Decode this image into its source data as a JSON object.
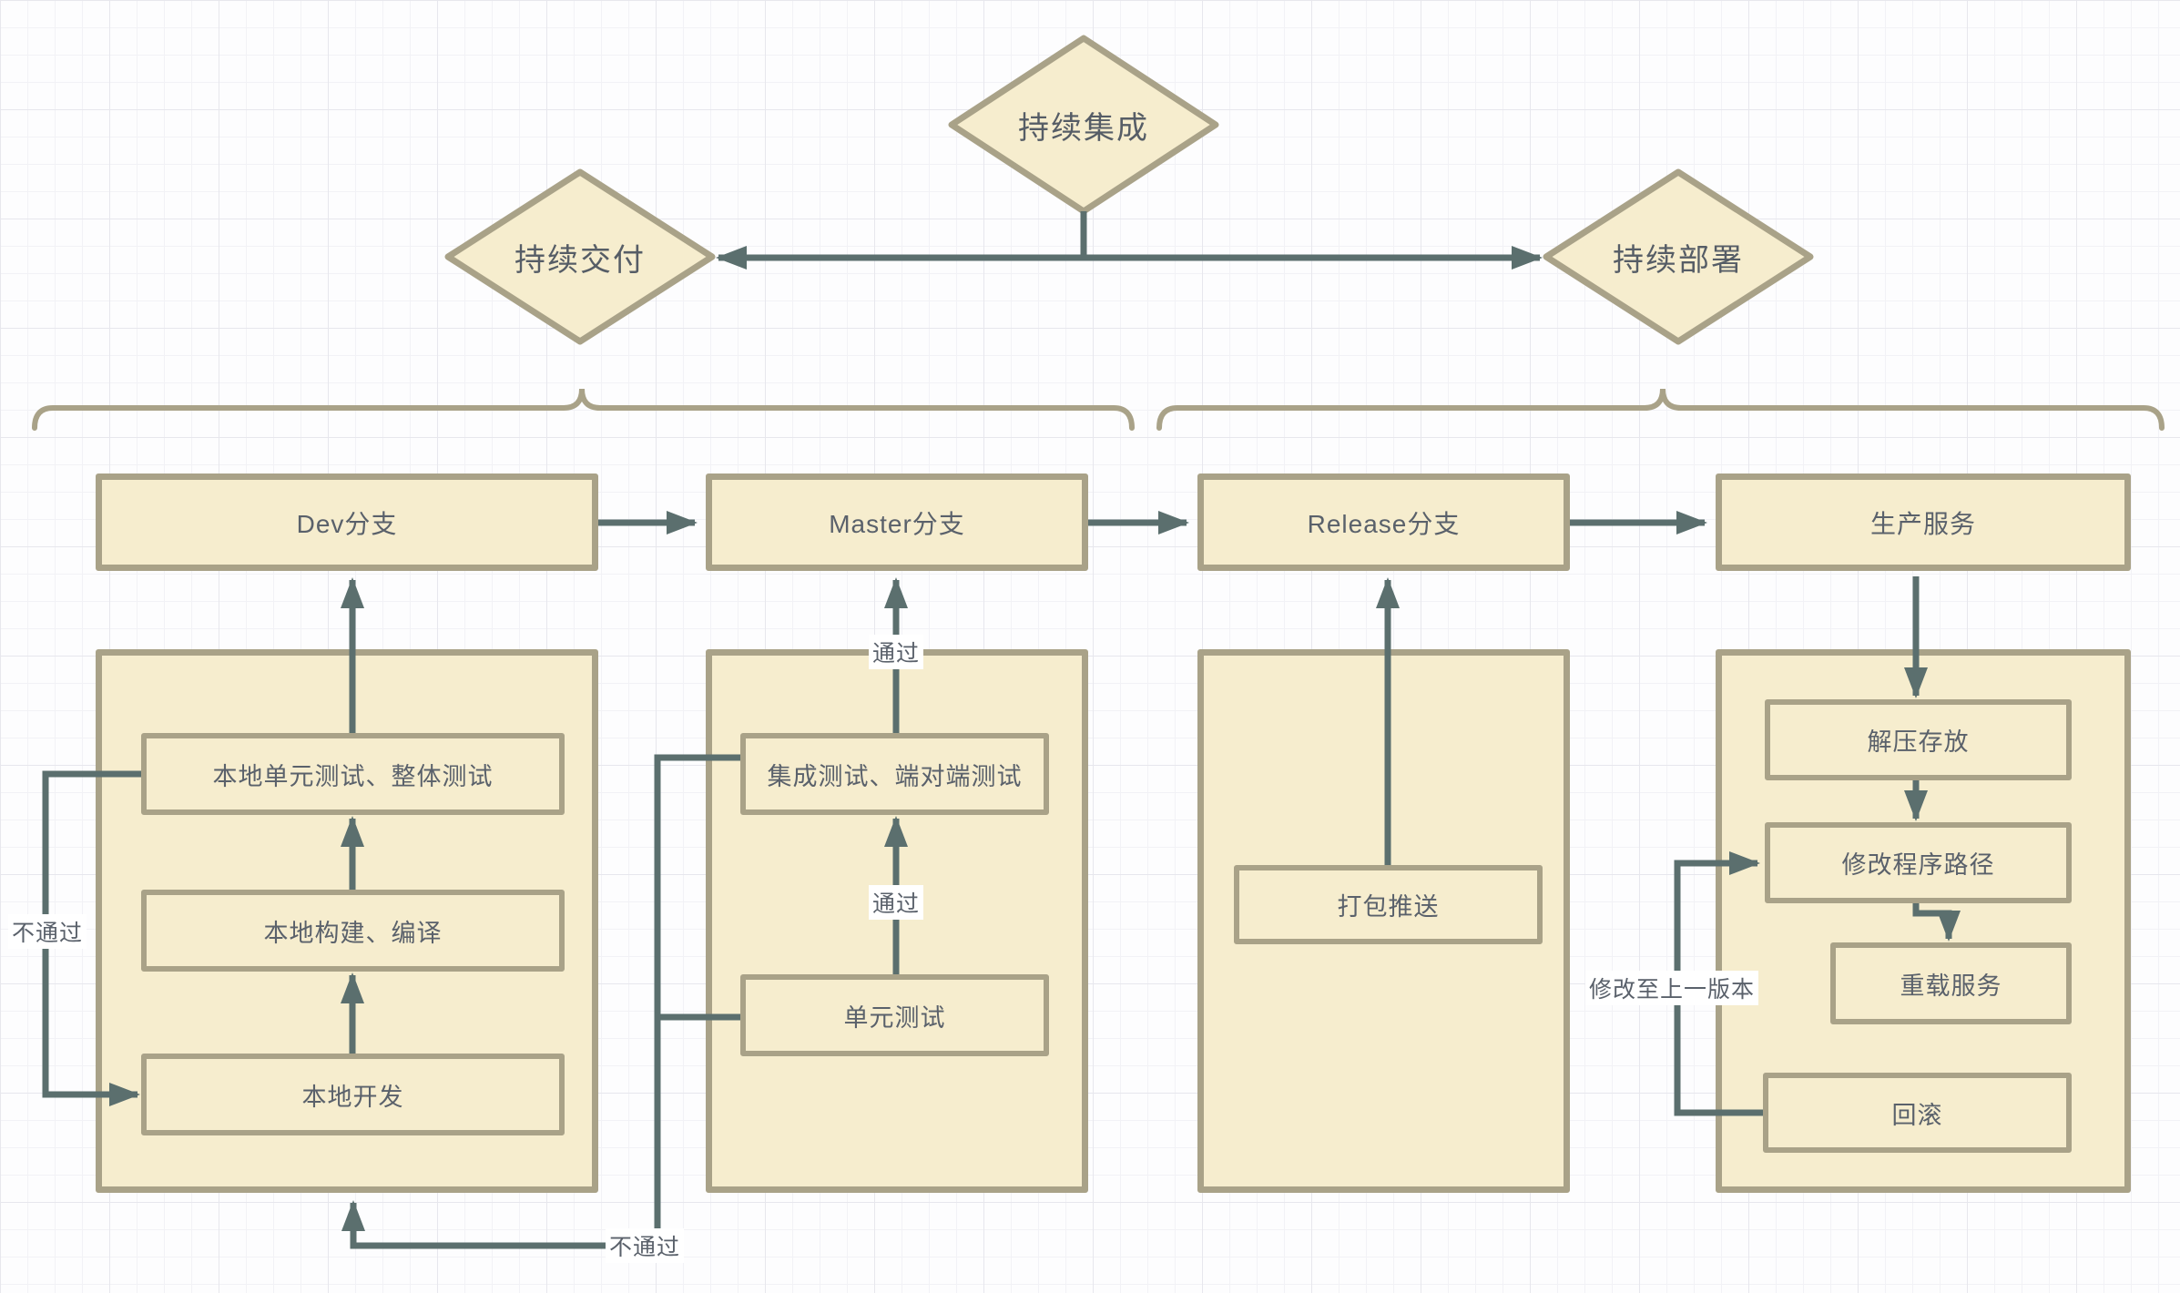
{
  "diagram": {
    "diamonds": {
      "ci": {
        "label": "持续集成"
      },
      "cd": {
        "label": "持续交付"
      },
      "cdp": {
        "label": "持续部署"
      }
    },
    "branches": {
      "dev": {
        "label": "Dev分支"
      },
      "master": {
        "label": "Master分支"
      },
      "release": {
        "label": "Release分支"
      },
      "prod": {
        "label": "生产服务"
      }
    },
    "steps": {
      "dev_test": "本地单元测试、整体测试",
      "dev_build": "本地构建、编译",
      "dev_develop": "本地开发",
      "master_integration": "集成测试、端对端测试",
      "master_unit": "单元测试",
      "release_package": "打包推送",
      "prod_unzip": "解压存放",
      "prod_path": "修改程序路径",
      "prod_reload": "重载服务",
      "prod_rollback": "回滚"
    },
    "edge_labels": {
      "pass_upper": "通过",
      "pass_lower": "通过",
      "fail_dev": "不通过",
      "fail_master": "不通过",
      "rollback_note": "修改至上一版本"
    },
    "colors": {
      "node_fill": "#f6edce",
      "node_border": "#a9a288",
      "connector": "#5b6f6e",
      "text": "#5a616b",
      "edge_label_bg": "#ffffff",
      "grid_minor": "#f2f2f6",
      "grid_major": "#e7e7ed",
      "canvas": "#fdfdfe"
    }
  }
}
